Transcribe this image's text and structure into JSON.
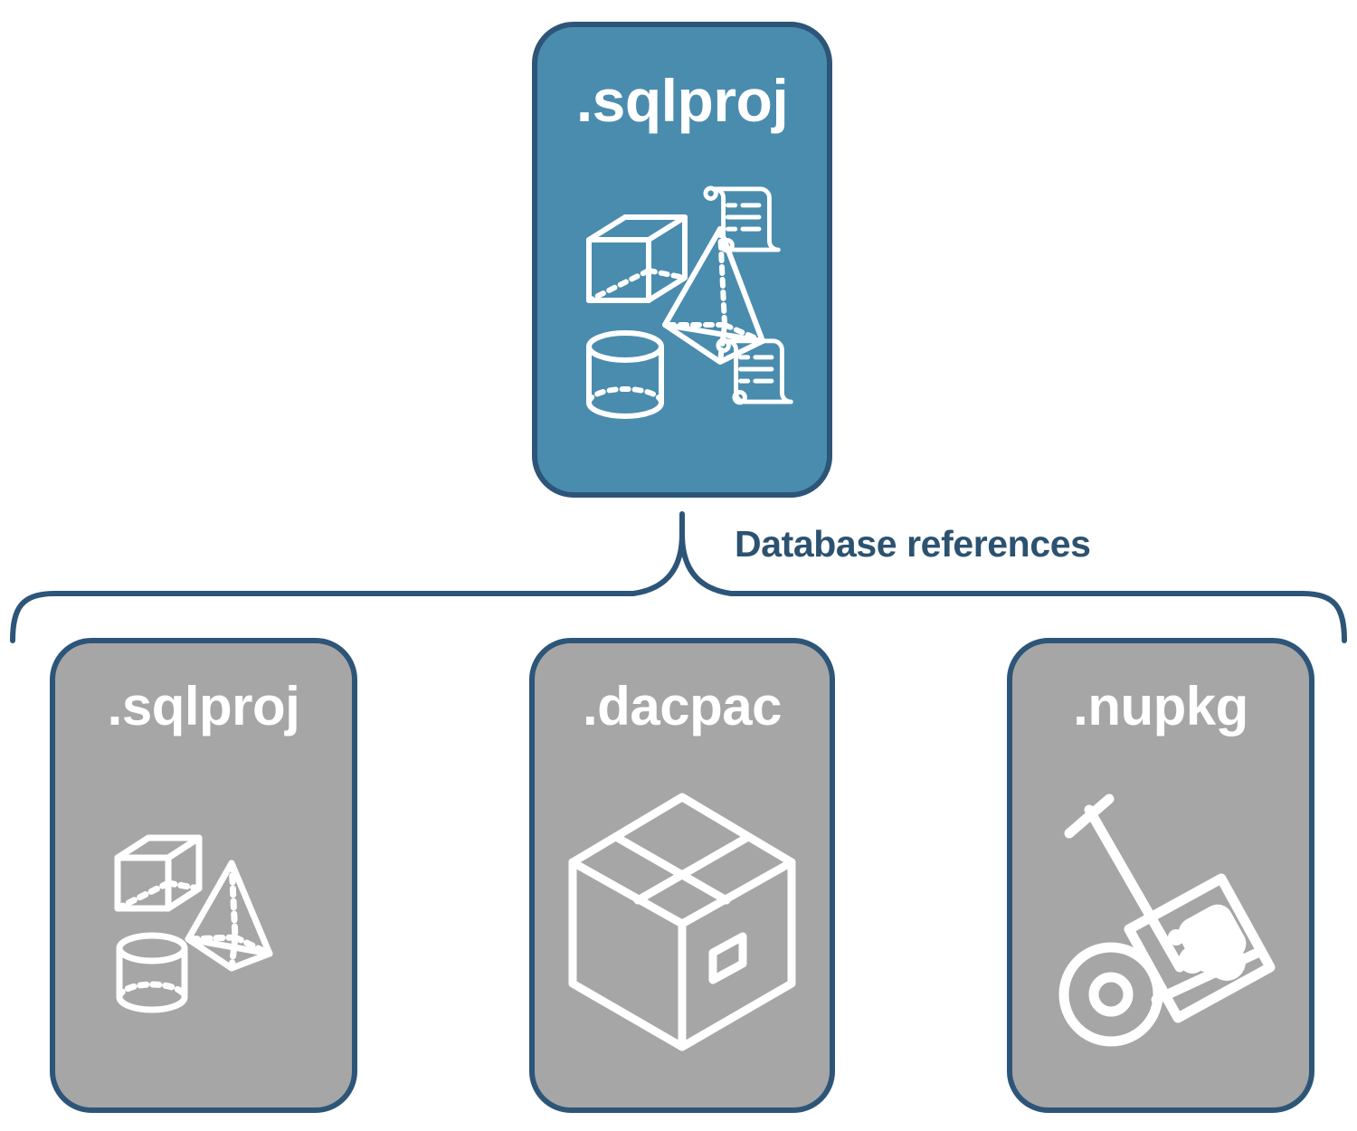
{
  "diagram": {
    "title_visible": false,
    "background_color": "#ffffff",
    "connector_label": "Database references",
    "connector_color": "#2d5578",
    "label_color": "#2c5270"
  },
  "colors": {
    "accent_blue": "#4a8cae",
    "card_gray": "#a6a6a6",
    "border_navy": "#2d5578",
    "icon_white": "#ffffff"
  },
  "root_card": {
    "label": ".sqlproj",
    "fill": "#4a8cae",
    "icons": [
      "cube-wireframe-icon",
      "pyramid-wireframe-icon",
      "cylinder-wireframe-icon",
      "scroll-script-icon",
      "scroll-script-icon"
    ]
  },
  "reference_cards": [
    {
      "label": ".sqlproj",
      "fill": "#a6a6a6",
      "icons": [
        "cube-wireframe-icon",
        "pyramid-wireframe-icon",
        "cylinder-wireframe-icon"
      ]
    },
    {
      "label": ".dacpac",
      "fill": "#a6a6a6",
      "icons": [
        "shipping-box-icon"
      ]
    },
    {
      "label": ".nupkg",
      "fill": "#a6a6a6",
      "icons": [
        "hand-truck-package-icon"
      ]
    }
  ]
}
